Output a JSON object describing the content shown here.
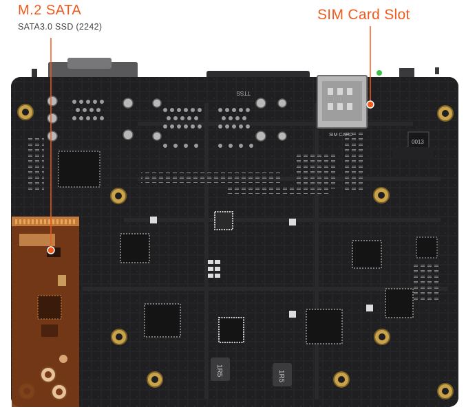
{
  "callouts": {
    "m2": {
      "title": "M.2 SATA",
      "subtitle": "SATA3.0 SSD (2242)"
    },
    "sim": {
      "title": "SIM Card Slot"
    }
  },
  "silkscreen": {
    "sim_slot_label": "SIM CARD",
    "inductor_a": "1R5",
    "inductor_b": "1R5",
    "ic_marking": "0013",
    "small_marking": "TTSS"
  },
  "colors": {
    "accent": "#f05a1e",
    "board": "#1f1f21",
    "ssd": "#7a3a16",
    "gold": "#c9a24a"
  }
}
